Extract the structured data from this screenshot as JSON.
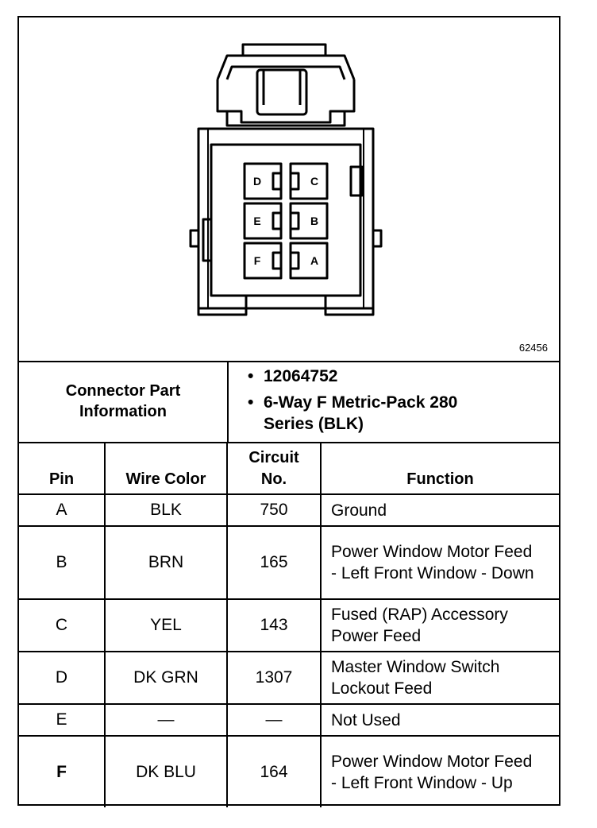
{
  "figure_id": "62456",
  "connector_info": {
    "label_line1": "Connector Part",
    "label_line2": "Information",
    "items": [
      "12064752",
      "6-Way F Metric-Pack 280 Series (BLK)"
    ]
  },
  "cavity_labels": [
    "D",
    "C",
    "E",
    "B",
    "F",
    "A"
  ],
  "table": {
    "headers": {
      "pin": "Pin",
      "wire_color": "Wire Color",
      "circuit_line1": "Circuit",
      "circuit_line2": "No.",
      "function": "Function"
    },
    "rows": [
      {
        "pin": "A",
        "wire": "BLK",
        "circuit": "750",
        "function": "Ground"
      },
      {
        "pin": "B",
        "wire": "BRN",
        "circuit": "165",
        "function": "Power Window Motor Feed - Left Front Window - Down"
      },
      {
        "pin": "C",
        "wire": "YEL",
        "circuit": "143",
        "function": "Fused (RAP) Accessory Power Feed"
      },
      {
        "pin": "D",
        "wire": "DK GRN",
        "circuit": "1307",
        "function": "Master Window Switch Lockout Feed"
      },
      {
        "pin": "E",
        "wire": "—",
        "circuit": "—",
        "function": "Not Used"
      },
      {
        "pin": "F",
        "wire": "DK BLU",
        "circuit": "164",
        "function": "Power Window Motor Feed - Left Front Window - Up"
      }
    ]
  }
}
